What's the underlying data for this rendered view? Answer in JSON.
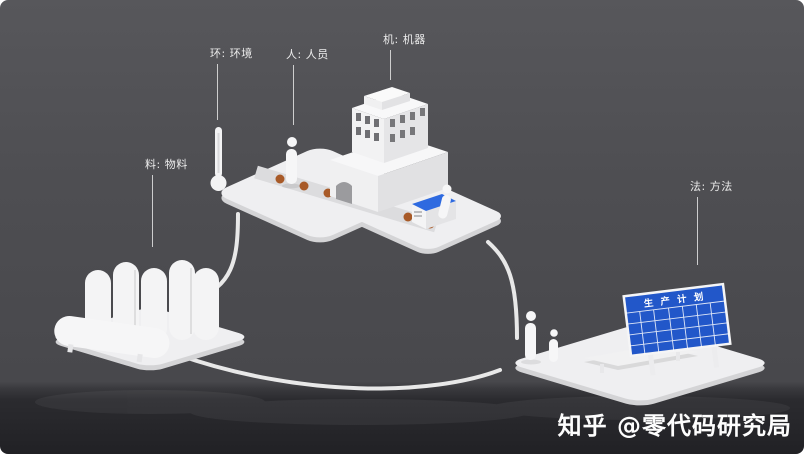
{
  "callouts": {
    "environment": {
      "label": "环: 环境"
    },
    "person": {
      "label": "人: 人员"
    },
    "machine": {
      "label": "机: 机器"
    },
    "material": {
      "label": "料: 物料"
    },
    "method": {
      "label": "法: 方法"
    }
  },
  "board": {
    "title": "生 产 计 划"
  },
  "watermark": "知乎 @零代码研究局",
  "icons": {
    "environment": "thermometer-icon"
  },
  "colors": {
    "background_top": "#4e4e52",
    "background_bottom": "#212125",
    "label_text": "#ececec",
    "object_white": "#f2f2f2",
    "board_blue": "#2257c9",
    "screen_blue": "#2e6ae0",
    "roller_orange": "#a85a28"
  }
}
